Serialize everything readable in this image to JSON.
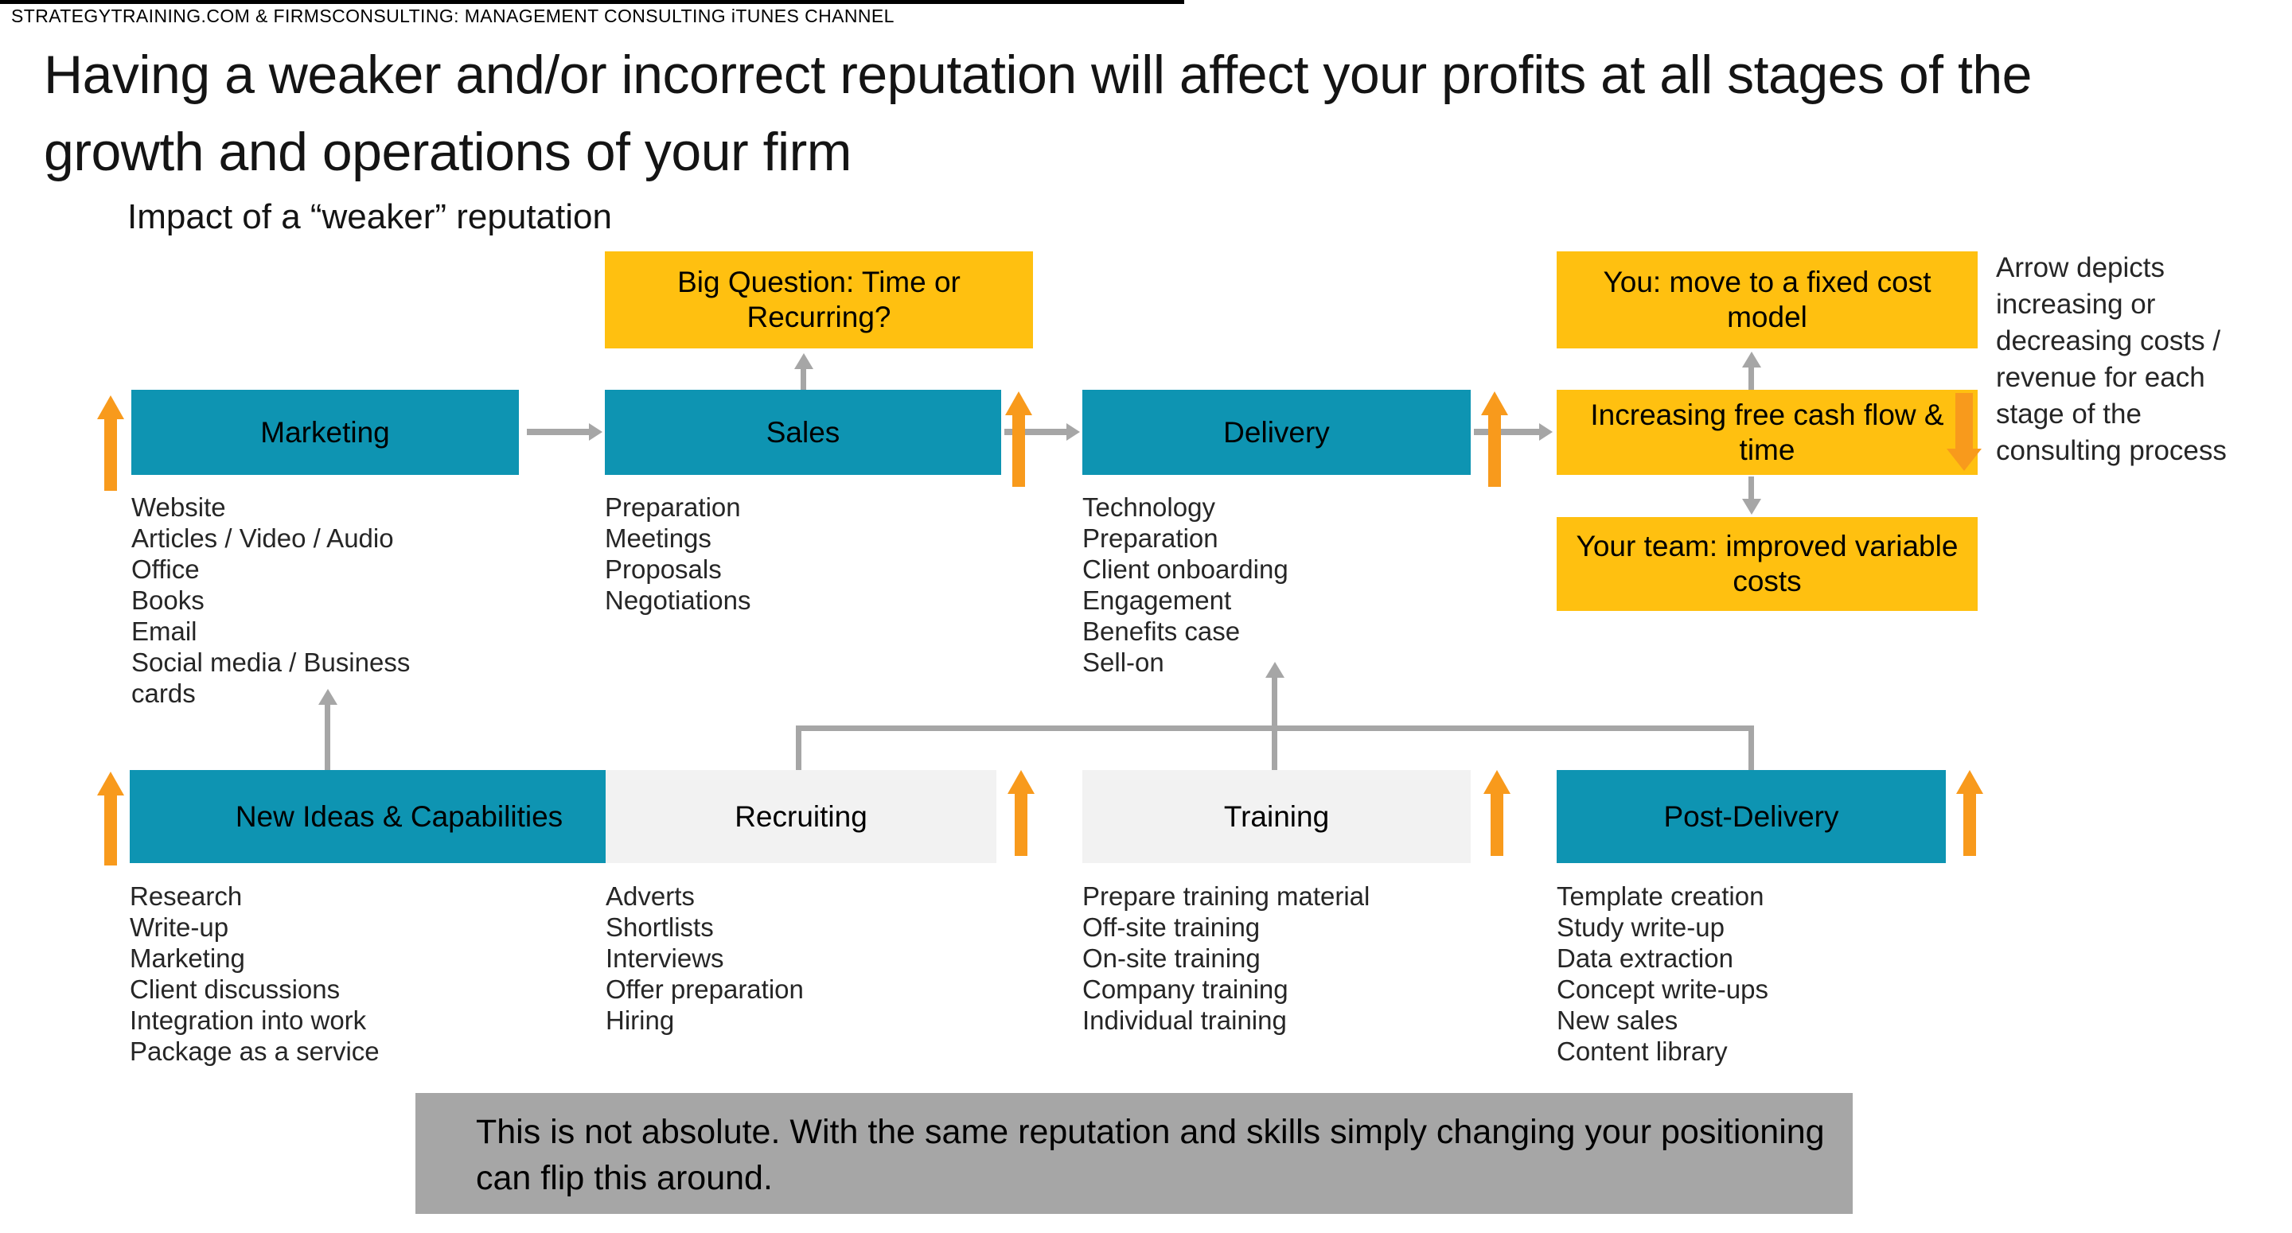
{
  "colors": {
    "teal": "#0E94B2",
    "yellow": "#FFC010",
    "orange": "#F89A1C",
    "gray": "#A6A6A6",
    "lightgray": "#F2F2F2",
    "ink": "#262626"
  },
  "header": {
    "text": "STRATEGYTRAINING.COM & FIRMSCONSULTING: MANAGEMENT CONSULTING iTUNES CHANNEL"
  },
  "title": "Having a weaker and/or incorrect reputation will affect your profits at all stages of the growth and operations of your firm",
  "subtitle": "Impact of a “weaker” reputation",
  "question_box": {
    "label": "Big Question: Time or Recurring?"
  },
  "outcomes": {
    "fixed_cost": "You: move to a fixed cost model",
    "cash_flow": "Increasing free cash flow & time",
    "variable_costs": "Your team: improved variable costs"
  },
  "stages_top": [
    {
      "label": "Marketing",
      "items": [
        "Website",
        "Articles / Video / Audio",
        "Office",
        "Books",
        "Email",
        "Social media / Business cards"
      ]
    },
    {
      "label": "Sales",
      "items": [
        "Preparation",
        "Meetings",
        "Proposals",
        "Negotiations"
      ]
    },
    {
      "label": "Delivery",
      "items": [
        "Technology",
        "Preparation",
        "Client onboarding",
        "Engagement",
        "Benefits case",
        "Sell-on"
      ]
    }
  ],
  "stages_bottom": [
    {
      "label": "New Ideas & Capabilities",
      "items": [
        "Research",
        "Write-up",
        "Marketing",
        "Client discussions",
        "Integration into work",
        "Package as a service"
      ]
    },
    {
      "label": "Recruiting",
      "items": [
        "Adverts",
        "Shortlists",
        "Interviews",
        "Offer preparation",
        "Hiring"
      ]
    },
    {
      "label": "Training",
      "items": [
        "Prepare training material",
        "Off-site training",
        "On-site training",
        "Company training",
        "Individual training"
      ]
    },
    {
      "label": "Post-Delivery",
      "items": [
        "Template creation",
        "Study write-up",
        "Data extraction",
        "Concept write-ups",
        "New sales",
        "Content library"
      ]
    }
  ],
  "annotation": "Arrow depicts increasing or decreasing costs / revenue for each stage of the consulting process",
  "footnote": "This is not absolute. With the same reputation and skills simply changing your positioning can flip this around."
}
